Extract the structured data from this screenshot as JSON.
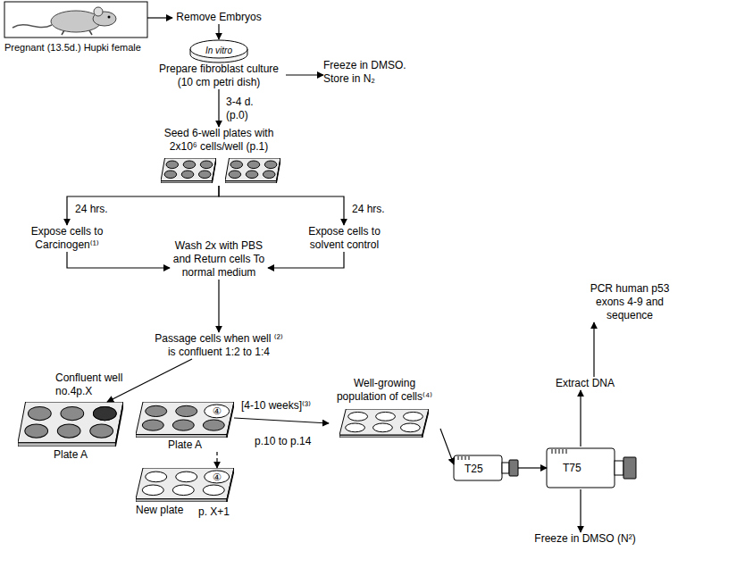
{
  "diagram": {
    "nodes": [
      {
        "text": [
          "Pregnant (13.5d.) Hupki female"
        ]
      },
      {
        "text": [
          "Remove Embryos"
        ]
      },
      {
        "text": [
          "In vitro",
          "Prepare fibroblast culture (10 cm petri dish)"
        ]
      },
      {
        "text": [
          "Freeze in DMSO. Store in N₂"
        ]
      },
      {
        "text": [
          "Seed 6-well plates with 2x10⁶ cells/well (p.1)"
        ]
      },
      {
        "text": [
          "Expose cells to Carcinogen⁽¹⁾"
        ]
      },
      {
        "text": [
          "Expose cells to solvent control"
        ]
      },
      {
        "text": [
          "Wash 2x with PBS and Return cells To normal medium"
        ]
      },
      {
        "text": [
          "Passage cells when well ⁽²⁾ is confluent 1:2 to 1:4"
        ]
      },
      {
        "text": [
          "Plate A"
        ]
      },
      {
        "text": [
          "Plate A"
        ]
      },
      {
        "text": [
          "New plate"
        ]
      },
      {
        "text": [
          "Well-growing population of cells⁽⁴⁾"
        ]
      },
      {
        "text": [
          "T25"
        ]
      },
      {
        "text": [
          "T75"
        ]
      },
      {
        "text": [
          "Extract DNA"
        ]
      },
      {
        "text": [
          "PCR human p53 exons 4-9 and sequence"
        ]
      },
      {
        "text": [
          "Freeze in DMSO (N²)"
        ]
      }
    ],
    "edges": [
      {
        "from": 0,
        "to": 1,
        "arrow": "to"
      },
      {
        "from": 1,
        "to": 2,
        "arrow": "to"
      },
      {
        "from": 2,
        "to": 3,
        "arrow": "to"
      },
      {
        "from": 2,
        "to": 4,
        "label": "3-4 d. (p.0)",
        "arrow": "to"
      },
      {
        "from": 4,
        "to": 5,
        "label": "24 hrs.",
        "arrow": "to"
      },
      {
        "from": 4,
        "to": 6,
        "label": "24 hrs.",
        "arrow": "to"
      },
      {
        "from": 5,
        "to": 7,
        "arrow": "to"
      },
      {
        "from": 6,
        "to": 7,
        "arrow": "to"
      },
      {
        "from": 7,
        "to": 8,
        "arrow": "to"
      },
      {
        "from": 8,
        "to": 9,
        "arrow": "to"
      },
      {
        "from": 10,
        "to": 11,
        "arrow": "to"
      },
      {
        "from": 10,
        "to": 12,
        "label": "[4-10 weeks]⁽³⁾",
        "arrow": "to"
      },
      {
        "from": 12,
        "to": 13,
        "arrow": "to"
      },
      {
        "from": 13,
        "to": 14,
        "arrow": "to"
      },
      {
        "from": 14,
        "to": 15,
        "arrow": "to"
      },
      {
        "from": 15,
        "to": 16,
        "arrow": "to"
      },
      {
        "from": 14,
        "to": 17,
        "arrow": "to"
      }
    ],
    "labels": [
      "Confluent well no.4p.X",
      "④",
      "④",
      "p. X+1",
      "p.10 to p.14"
    ]
  }
}
